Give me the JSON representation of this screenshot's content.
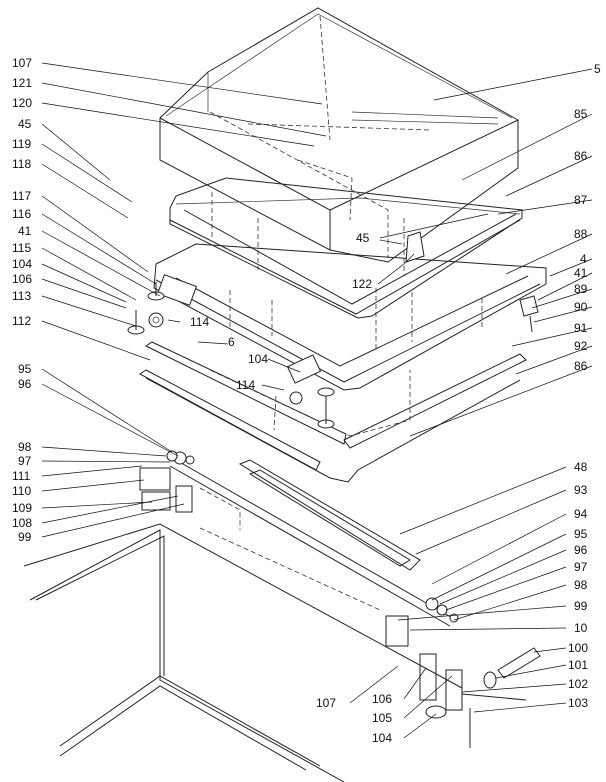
{
  "labels": [
    {
      "id": "107-top",
      "text": "107"
    },
    {
      "id": "121",
      "text": "121"
    },
    {
      "id": "120",
      "text": "120"
    },
    {
      "id": "45-left",
      "text": "45"
    },
    {
      "id": "119",
      "text": "119"
    },
    {
      "id": "118",
      "text": "118"
    },
    {
      "id": "117",
      "text": "117"
    },
    {
      "id": "116",
      "text": "116"
    },
    {
      "id": "41-left",
      "text": "41"
    },
    {
      "id": "115",
      "text": "115"
    },
    {
      "id": "104-left",
      "text": "104"
    },
    {
      "id": "106-left",
      "text": "106"
    },
    {
      "id": "113",
      "text": "113"
    },
    {
      "id": "112",
      "text": "112"
    },
    {
      "id": "95-left",
      "text": "95"
    },
    {
      "id": "96-left",
      "text": "96"
    },
    {
      "id": "98-left",
      "text": "98"
    },
    {
      "id": "97-left",
      "text": "97"
    },
    {
      "id": "111",
      "text": "111"
    },
    {
      "id": "110",
      "text": "110"
    },
    {
      "id": "109",
      "text": "109"
    },
    {
      "id": "108",
      "text": "108"
    },
    {
      "id": "99-left",
      "text": "99"
    },
    {
      "id": "5",
      "text": "5"
    },
    {
      "id": "85",
      "text": "85"
    },
    {
      "id": "86-top",
      "text": "86"
    },
    {
      "id": "87",
      "text": "87"
    },
    {
      "id": "45-mid",
      "text": "45"
    },
    {
      "id": "88",
      "text": "88"
    },
    {
      "id": "122",
      "text": "122"
    },
    {
      "id": "4",
      "text": "4"
    },
    {
      "id": "41-right",
      "text": "41"
    },
    {
      "id": "89",
      "text": "89"
    },
    {
      "id": "90",
      "text": "90"
    },
    {
      "id": "91",
      "text": "91"
    },
    {
      "id": "92",
      "text": "92"
    },
    {
      "id": "86-bot",
      "text": "86"
    },
    {
      "id": "114-a",
      "text": "114"
    },
    {
      "id": "6",
      "text": "6"
    },
    {
      "id": "104-mid",
      "text": "104"
    },
    {
      "id": "114-b",
      "text": "114"
    },
    {
      "id": "48",
      "text": "48"
    },
    {
      "id": "93",
      "text": "93"
    },
    {
      "id": "94",
      "text": "94"
    },
    {
      "id": "95-right",
      "text": "95"
    },
    {
      "id": "96-right",
      "text": "96"
    },
    {
      "id": "97-right",
      "text": "97"
    },
    {
      "id": "98-right",
      "text": "98"
    },
    {
      "id": "99-right",
      "text": "99"
    },
    {
      "id": "10",
      "text": "10"
    },
    {
      "id": "100",
      "text": "100"
    },
    {
      "id": "101",
      "text": "101"
    },
    {
      "id": "102",
      "text": "102"
    },
    {
      "id": "103",
      "text": "103"
    },
    {
      "id": "107-bot",
      "text": "107"
    },
    {
      "id": "106-bot",
      "text": "106"
    },
    {
      "id": "105",
      "text": "105"
    },
    {
      "id": "104-bot",
      "text": "104"
    }
  ]
}
